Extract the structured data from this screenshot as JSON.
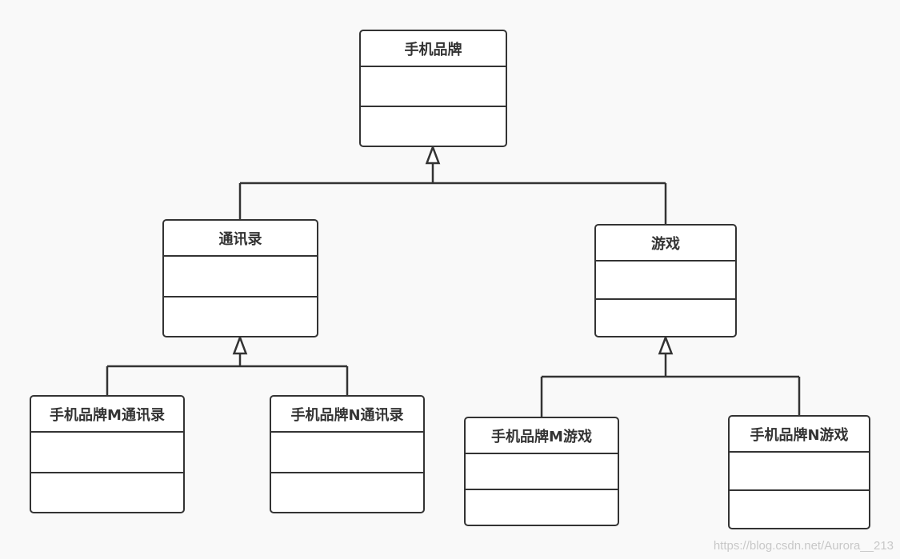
{
  "diagram": {
    "classes": [
      {
        "id": "phone_brand",
        "name": "手机品牌"
      },
      {
        "id": "contacts",
        "name": "通讯录"
      },
      {
        "id": "game",
        "name": "游戏"
      },
      {
        "id": "brand_m_contacts",
        "name": "手机品牌M通讯录"
      },
      {
        "id": "brand_n_contacts",
        "name": "手机品牌N通讯录"
      },
      {
        "id": "brand_m_game",
        "name": "手机品牌M游戏"
      },
      {
        "id": "brand_n_game",
        "name": "手机品牌N游戏"
      }
    ],
    "relations": [
      {
        "type": "generalization",
        "from": "contacts",
        "to": "phone_brand"
      },
      {
        "type": "generalization",
        "from": "game",
        "to": "phone_brand"
      },
      {
        "type": "generalization",
        "from": "brand_m_contacts",
        "to": "contacts"
      },
      {
        "type": "generalization",
        "from": "brand_n_contacts",
        "to": "contacts"
      },
      {
        "type": "generalization",
        "from": "brand_m_game",
        "to": "game"
      },
      {
        "type": "generalization",
        "from": "brand_n_game",
        "to": "game"
      }
    ]
  },
  "watermark": "https://blog.csdn.net/Aurora__213",
  "colors": {
    "line": "#333333",
    "background": "#f9f9f9",
    "box_fill": "#ffffff"
  }
}
